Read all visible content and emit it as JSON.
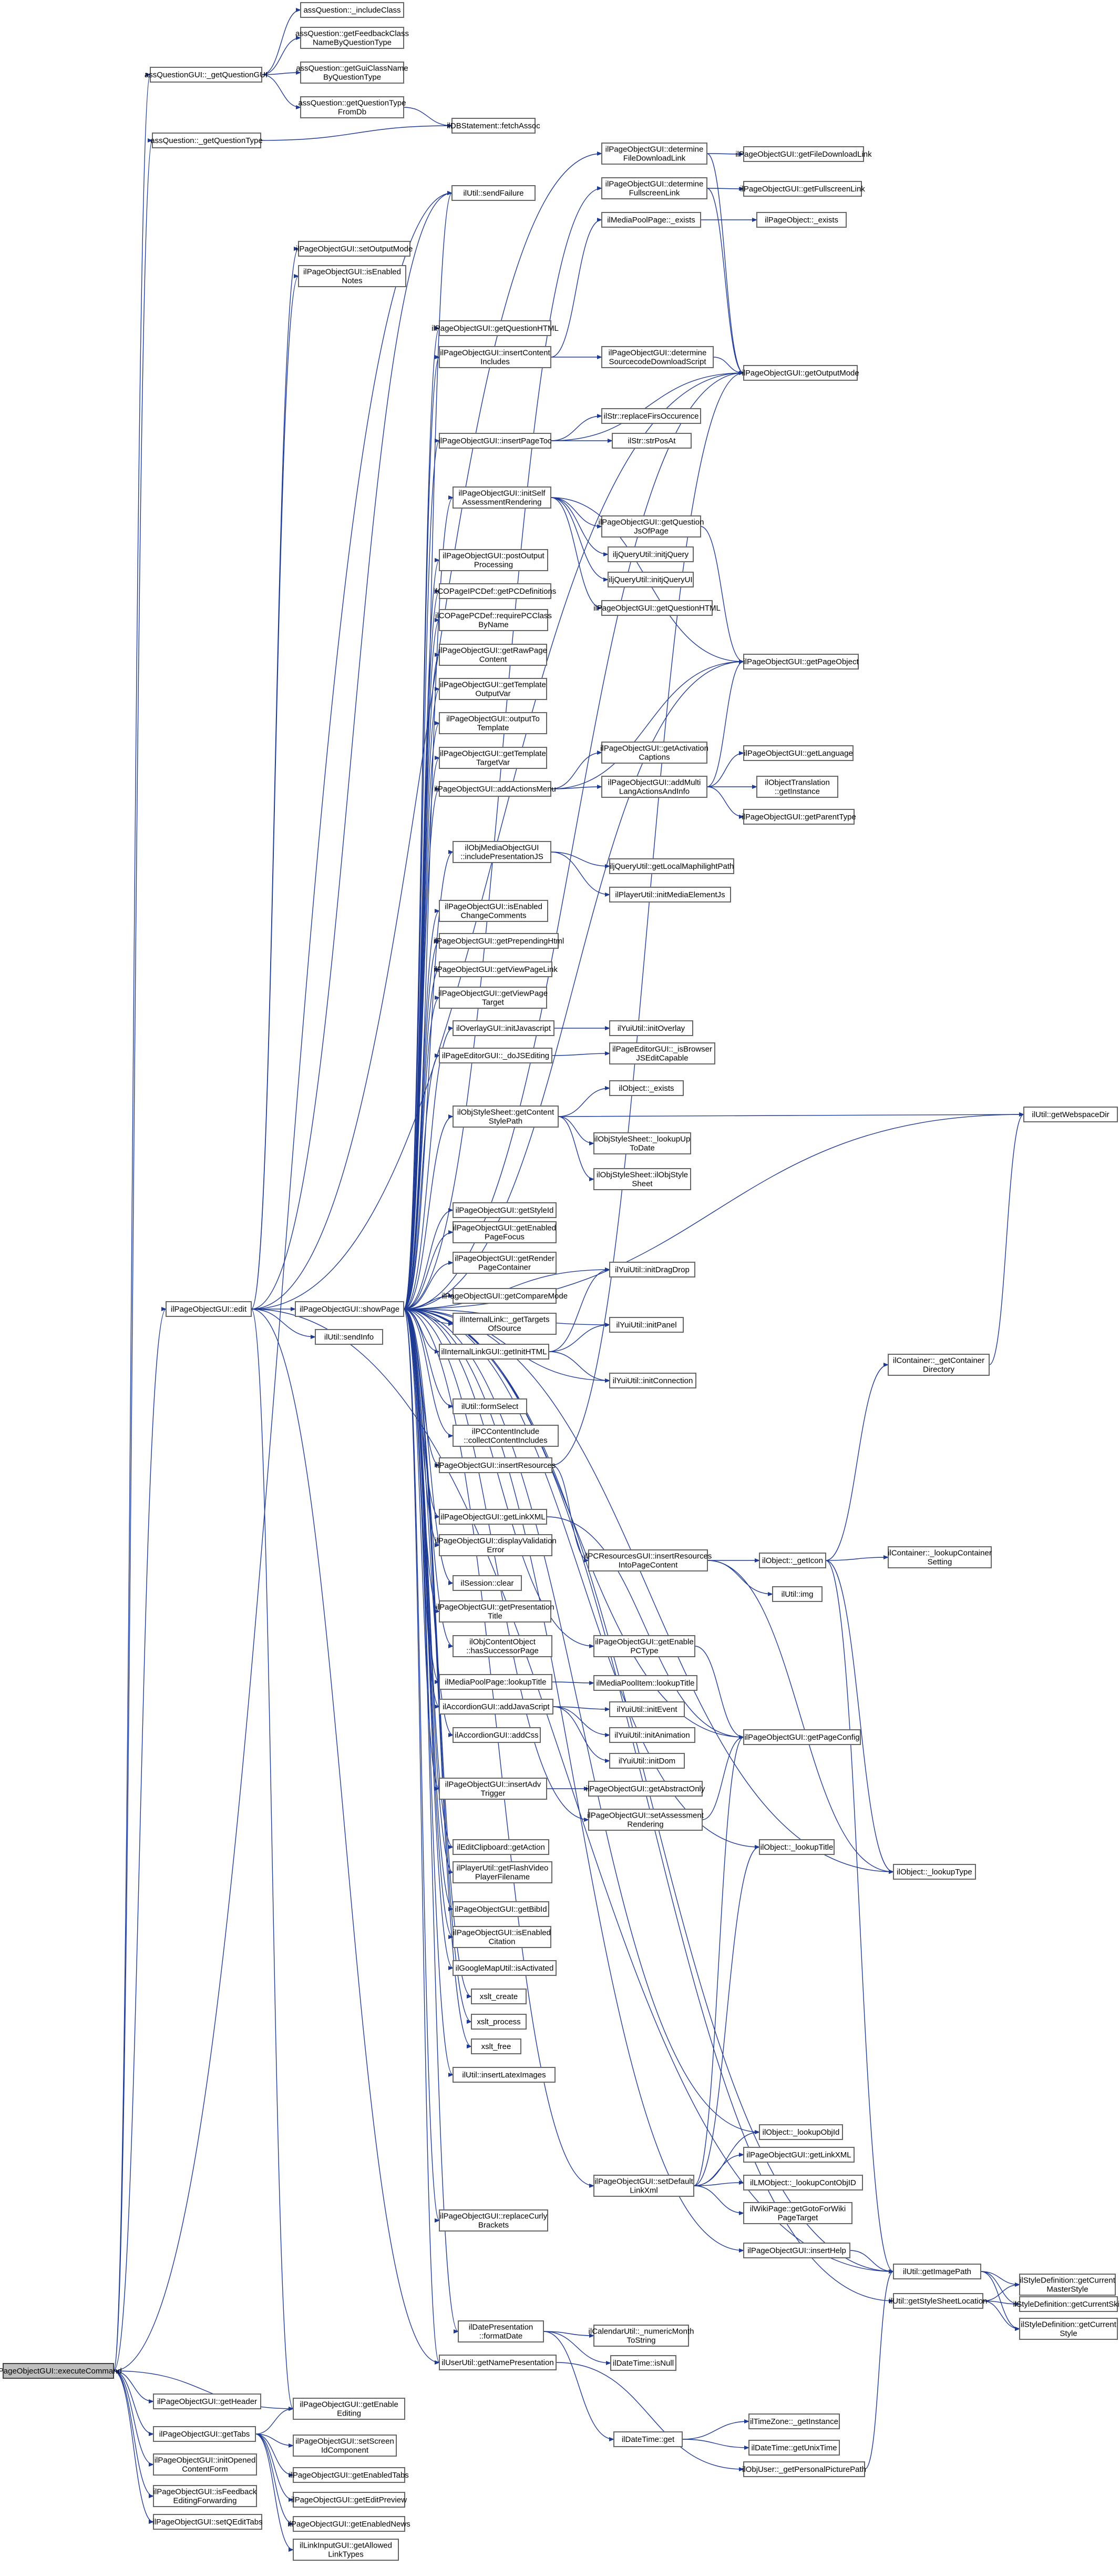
{
  "graph": {
    "title": "",
    "edge_color": "#1f3a93",
    "node_border": "#666666",
    "root_fill": "#bfbfbf",
    "nodes": [
      {
        "id": "root",
        "lines": [
          "ilPageObjectGUI::executeCommand"
        ],
        "root": true
      },
      {
        "id": "n_includeClass",
        "lines": [
          "assQuestion::_includeClass"
        ]
      },
      {
        "id": "n_getQuestionGUI",
        "lines": [
          "assQuestionGUI::_getQuestionGUI"
        ]
      },
      {
        "id": "n_getFeedbackClass",
        "lines": [
          "assQuestion::getFeedbackClass",
          "NameByQuestionType"
        ]
      },
      {
        "id": "n_getGuiClassName",
        "lines": [
          "assQuestion::getGuiClassName",
          "ByQuestionType"
        ]
      },
      {
        "id": "n_getQuestionTypeFromDb",
        "lines": [
          "assQuestion::getQuestionType",
          "FromDb"
        ]
      },
      {
        "id": "n_fetchAssoc",
        "lines": [
          "ilDBStatement::fetchAssoc"
        ]
      },
      {
        "id": "n_getQuestionType",
        "lines": [
          "assQuestion::_getQuestionType"
        ]
      },
      {
        "id": "n_sendFailure",
        "lines": [
          "ilUtil::sendFailure"
        ]
      },
      {
        "id": "n_determineFileDL",
        "lines": [
          "ilPageObjectGUI::determine",
          "FileDownloadLink"
        ]
      },
      {
        "id": "n_getFileDL",
        "lines": [
          "ilPageObjectGUI::getFileDownloadLink"
        ]
      },
      {
        "id": "n_determineFullscreen",
        "lines": [
          "ilPageObjectGUI::determine",
          "FullscreenLink"
        ]
      },
      {
        "id": "n_getFullscreenLink",
        "lines": [
          "ilPageObjectGUI::getFullscreenLink"
        ]
      },
      {
        "id": "n_mpExists",
        "lines": [
          "ilMediaPoolPage::_exists"
        ]
      },
      {
        "id": "n_pageObjExists",
        "lines": [
          "ilPageObject::_exists"
        ]
      },
      {
        "id": "n_setOutputMode",
        "lines": [
          "ilPageObjectGUI::setOutputMode"
        ]
      },
      {
        "id": "n_isEnabledNotes",
        "lines": [
          "ilPageObjectGUI::isEnabled",
          "Notes"
        ]
      },
      {
        "id": "n_getQuestionHTML",
        "lines": [
          "ilPageObjectGUI::getQuestionHTML"
        ]
      },
      {
        "id": "n_insertContentIncludes",
        "lines": [
          "ilPageObjectGUI::insertContent",
          "Includes"
        ]
      },
      {
        "id": "n_determineSourcecode",
        "lines": [
          "ilPageObjectGUI::determine",
          "SourcecodeDownloadScript"
        ]
      },
      {
        "id": "n_getOutputMode",
        "lines": [
          "ilPageObjectGUI::getOutputMode"
        ]
      },
      {
        "id": "n_strReplaceFirst",
        "lines": [
          "ilStr::replaceFirsOccurence"
        ]
      },
      {
        "id": "n_insertPageToc",
        "lines": [
          "ilPageObjectGUI::insertPageToc"
        ]
      },
      {
        "id": "n_strPosAt",
        "lines": [
          "ilStr::strPosAt"
        ]
      },
      {
        "id": "n_initSelfAssessment",
        "lines": [
          "ilPageObjectGUI::initSelf",
          "AssessmentRendering"
        ]
      },
      {
        "id": "n_getQuestionJsOfPage",
        "lines": [
          "ilPageObjectGUI::getQuestion",
          "JsOfPage"
        ]
      },
      {
        "id": "n_initJQuery",
        "lines": [
          "iljQueryUtil::initjQuery"
        ]
      },
      {
        "id": "n_initJQueryUI",
        "lines": [
          "iljQueryUtil::initjQueryUI"
        ]
      },
      {
        "id": "n_getQuestionHTML2",
        "lines": [
          "ilPageObjectGUI::getQuestionHTML"
        ]
      },
      {
        "id": "n_postOutputProcessing",
        "lines": [
          "ilPageObjectGUI::postOutput",
          "Processing"
        ]
      },
      {
        "id": "n_getPCDefinitions",
        "lines": [
          "ilCOPageIPCDef::getPCDefinitions"
        ]
      },
      {
        "id": "n_requirePCClass",
        "lines": [
          "ilCOPagePCDef::requirePCClass",
          "ByName"
        ]
      },
      {
        "id": "n_getRawPageContent",
        "lines": [
          "ilPageObjectGUI::getRawPage",
          "Content"
        ]
      },
      {
        "id": "n_getTemplateOutputVar",
        "lines": [
          "ilPageObjectGUI::getTemplate",
          "OutputVar"
        ]
      },
      {
        "id": "n_getPageObject",
        "lines": [
          "ilPageObjectGUI::getPageObject"
        ]
      },
      {
        "id": "n_outputToTemplate",
        "lines": [
          "ilPageObjectGUI::outputTo",
          "Template"
        ]
      },
      {
        "id": "n_getActivationCaptions",
        "lines": [
          "ilPageObjectGUI::getActivation",
          "Captions"
        ]
      },
      {
        "id": "n_getTemplateTargetVar",
        "lines": [
          "ilPageObjectGUI::getTemplate",
          "TargetVar"
        ]
      },
      {
        "id": "n_getLanguage",
        "lines": [
          "ilPageObjectGUI::getLanguage"
        ]
      },
      {
        "id": "n_addActionsMenu",
        "lines": [
          "ilPageObjectGUI::addActionsMenu"
        ]
      },
      {
        "id": "n_addMultiLang",
        "lines": [
          "ilPageObjectGUI::addMulti",
          "LangActionsAndInfo"
        ]
      },
      {
        "id": "n_translationInstance",
        "lines": [
          "ilObjectTranslation",
          "::getInstance"
        ]
      },
      {
        "id": "n_getParentType",
        "lines": [
          "ilPageObjectGUI::getParentType"
        ]
      },
      {
        "id": "n_includePresentationJS",
        "lines": [
          "ilObjMediaObjectGUI",
          "::includePresentationJS"
        ]
      },
      {
        "id": "n_getLocalMaphilight",
        "lines": [
          "iljQueryUtil::getLocalMaphilightPath"
        ]
      },
      {
        "id": "n_initMediaElementJs",
        "lines": [
          "ilPlayerUtil::initMediaElementJs"
        ]
      },
      {
        "id": "n_isEnabledChangeComments",
        "lines": [
          "ilPageObjectGUI::isEnabled",
          "ChangeComments"
        ]
      },
      {
        "id": "n_getPrependingHtml",
        "lines": [
          "ilPageObjectGUI::getPrependingHtml"
        ]
      },
      {
        "id": "n_getViewPageLink",
        "lines": [
          "ilPageObjectGUI::getViewPageLink"
        ]
      },
      {
        "id": "n_getViewPageTarget",
        "lines": [
          "ilPageObjectGUI::getViewPage",
          "Target"
        ]
      },
      {
        "id": "n_overlayInitJs",
        "lines": [
          "ilOverlayGUI::initJavascript"
        ]
      },
      {
        "id": "n_yuiInitOverlay",
        "lines": [
          "ilYuiUtil::initOverlay"
        ]
      },
      {
        "id": "n_doJSEditing",
        "lines": [
          "ilPageEditorGUI::_doJSEditing"
        ]
      },
      {
        "id": "n_isBrowserJSEdit",
        "lines": [
          "ilPageEditorGUI::_isBrowser",
          "JSEditCapable"
        ]
      },
      {
        "id": "n_getContentStylePath",
        "lines": [
          "ilObjStyleSheet::getContent",
          "StylePath"
        ]
      },
      {
        "id": "n_objectExists",
        "lines": [
          "ilObject::_exists"
        ]
      },
      {
        "id": "n_getWebspaceDir",
        "lines": [
          "ilUtil::getWebspaceDir"
        ]
      },
      {
        "id": "n_lookupUpToDate",
        "lines": [
          "ilObjStyleSheet::_lookupUp",
          "ToDate"
        ]
      },
      {
        "id": "n_ilObjStyleSheet",
        "lines": [
          "ilObjStyleSheet::ilObjStyle",
          "Sheet"
        ]
      },
      {
        "id": "n_getStyleId",
        "lines": [
          "ilPageObjectGUI::getStyleId"
        ]
      },
      {
        "id": "n_getEnabledPageFocus",
        "lines": [
          "ilPageObjectGUI::getEnabled",
          "PageFocus"
        ]
      },
      {
        "id": "n_getRenderPageContainer",
        "lines": [
          "ilPageObjectGUI::getRender",
          "PageContainer"
        ]
      },
      {
        "id": "n_initDragDrop",
        "lines": [
          "ilYuiUtil::initDragDrop"
        ]
      },
      {
        "id": "n_getCompareMode",
        "lines": [
          "ilPageObjectGUI::getCompareMode"
        ]
      },
      {
        "id": "n_edit",
        "lines": [
          "ilPageObjectGUI::edit"
        ]
      },
      {
        "id": "n_showPage",
        "lines": [
          "ilPageObjectGUI::showPage"
        ]
      },
      {
        "id": "n_getTargetsOfSource",
        "lines": [
          "ilInternalLink::_getTargets",
          "OfSource"
        ]
      },
      {
        "id": "n_initPanel",
        "lines": [
          "ilYuiUtil::initPanel"
        ]
      },
      {
        "id": "n_sendInfo",
        "lines": [
          "ilUtil::sendInfo"
        ]
      },
      {
        "id": "n_getInitHTML",
        "lines": [
          "ilInternalLinkGUI::getInitHTML"
        ]
      },
      {
        "id": "n_initConnection",
        "lines": [
          "ilYuiUtil::initConnection"
        ]
      },
      {
        "id": "n_getContainerDir",
        "lines": [
          "ilContainer::_getContainer",
          "Directory"
        ]
      },
      {
        "id": "n_formSelect",
        "lines": [
          "ilUtil::formSelect"
        ]
      },
      {
        "id": "n_collectContentIncludes",
        "lines": [
          "ilPCContentInclude",
          "::collectContentIncludes"
        ]
      },
      {
        "id": "n_insertResources",
        "lines": [
          "ilPageObjectGUI::insertResources"
        ]
      },
      {
        "id": "n_getLinkXML",
        "lines": [
          "ilPageObjectGUI::getLinkXML"
        ]
      },
      {
        "id": "n_displayValidationError",
        "lines": [
          "ilPageObjectGUI::displayValidation",
          "Error"
        ]
      },
      {
        "id": "n_lookupContainerSetting",
        "lines": [
          "ilContainer::_lookupContainer",
          "Setting"
        ]
      },
      {
        "id": "n_sessionClear",
        "lines": [
          "ilSession::clear"
        ]
      },
      {
        "id": "n_insertResourcesIntoPage",
        "lines": [
          "ilPCResourcesGUI::insertResources",
          "IntoPageContent"
        ]
      },
      {
        "id": "n_getIcon",
        "lines": [
          "ilObject::_getIcon"
        ]
      },
      {
        "id": "n_getPresentationTitle",
        "lines": [
          "ilPageObjectGUI::getPresentation",
          "Title"
        ]
      },
      {
        "id": "n_ilImg",
        "lines": [
          "ilUtil::img"
        ]
      },
      {
        "id": "n_hasSuccessorPage",
        "lines": [
          "ilObjContentObject",
          "::hasSuccessorPage"
        ]
      },
      {
        "id": "n_getEnablePCType",
        "lines": [
          "ilPageObjectGUI::getEnable",
          "PCType"
        ]
      },
      {
        "id": "n_mpLookupTitle",
        "lines": [
          "ilMediaPoolPage::lookupTitle"
        ]
      },
      {
        "id": "n_mpItemLookupTitle",
        "lines": [
          "ilMediaPoolItem::lookupTitle"
        ]
      },
      {
        "id": "n_accAddJavaScript",
        "lines": [
          "ilAccordionGUI::addJavaScript"
        ]
      },
      {
        "id": "n_yuiInitEvent",
        "lines": [
          "ilYuiUtil::initEvent"
        ]
      },
      {
        "id": "n_yuiInitAnimation",
        "lines": [
          "ilYuiUtil::initAnimation"
        ]
      },
      {
        "id": "n_accAddCss",
        "lines": [
          "ilAccordionGUI::addCss"
        ]
      },
      {
        "id": "n_yuiInitDom",
        "lines": [
          "ilYuiUtil::initDom"
        ]
      },
      {
        "id": "n_getPageConfig",
        "lines": [
          "ilPageObjectGUI::getPageConfig"
        ]
      },
      {
        "id": "n_insertAdvTrigger",
        "lines": [
          "ilPageObjectGUI::insertAdv",
          "Trigger"
        ]
      },
      {
        "id": "n_getAbstractOnly",
        "lines": [
          "ilPageObjectGUI::getAbstractOnly"
        ]
      },
      {
        "id": "n_setAssessmentRendering",
        "lines": [
          "ilPageObjectGUI::setAssessment",
          "Rendering"
        ]
      },
      {
        "id": "n_lookupTitle",
        "lines": [
          "ilObject::_lookupTitle"
        ]
      },
      {
        "id": "n_lookupType",
        "lines": [
          "ilObject::_lookupType"
        ]
      },
      {
        "id": "n_getAction",
        "lines": [
          "ilEditClipboard::getAction"
        ]
      },
      {
        "id": "n_getFlashVideoPlayer",
        "lines": [
          "ilPlayerUtil::getFlashVideo",
          "PlayerFilename"
        ]
      },
      {
        "id": "n_getBibId",
        "lines": [
          "ilPageObjectGUI::getBibId"
        ]
      },
      {
        "id": "n_isEnabledCitation",
        "lines": [
          "ilPageObjectGUI::isEnabled",
          "Citation"
        ]
      },
      {
        "id": "n_isActivated",
        "lines": [
          "ilGoogleMapUtil::isActivated"
        ]
      },
      {
        "id": "n_xsltCreate",
        "lines": [
          "xslt_create"
        ]
      },
      {
        "id": "n_xsltProcess",
        "lines": [
          "xslt_process"
        ]
      },
      {
        "id": "n_xsltFree",
        "lines": [
          "xslt_free"
        ]
      },
      {
        "id": "n_insertLatexImages",
        "lines": [
          "ilUtil::insertLatexImages"
        ]
      },
      {
        "id": "n_lookupObjId",
        "lines": [
          "ilObject::_lookupObjId"
        ]
      },
      {
        "id": "n_getLinkXML2",
        "lines": [
          "ilPageObjectGUI::getLinkXML"
        ]
      },
      {
        "id": "n_setDefaultLinkXml",
        "lines": [
          "ilPageObjectGUI::setDefault",
          "LinkXml"
        ]
      },
      {
        "id": "n_lookupContObjId",
        "lines": [
          "ilLMObject::_lookupContObjID"
        ]
      },
      {
        "id": "n_gotoForWikiPageTarget",
        "lines": [
          "ilWikiPage::getGotoForWiki",
          "PageTarget"
        ]
      },
      {
        "id": "n_replaceCurlyBrackets",
        "lines": [
          "ilPageObjectGUI::replaceCurly",
          "Brackets"
        ]
      },
      {
        "id": "n_getStyleMasterStyle",
        "lines": [
          "ilStyleDefinition::getCurrent",
          "MasterStyle"
        ]
      },
      {
        "id": "n_insertHelp",
        "lines": [
          "ilPageObjectGUI::insertHelp"
        ]
      },
      {
        "id": "n_getImagePath",
        "lines": [
          "ilUtil::getImagePath"
        ]
      },
      {
        "id": "n_getCurrentSkin",
        "lines": [
          "ilStyleDefinition::getCurrentSkin"
        ]
      },
      {
        "id": "n_getStyleSheetLocation",
        "lines": [
          "ilUtil::getStyleSheetLocation"
        ]
      },
      {
        "id": "n_getCurrentStyle",
        "lines": [
          "ilStyleDefinition::getCurrent",
          "Style"
        ]
      },
      {
        "id": "n_formatDate",
        "lines": [
          "ilDatePresentation",
          "::formatDate"
        ]
      },
      {
        "id": "n_numericMonthToString",
        "lines": [
          "ilCalendarUtil::_numericMonth",
          "ToString"
        ]
      },
      {
        "id": "n_getNamePresentation",
        "lines": [
          "ilUserUtil::getNamePresentation"
        ]
      },
      {
        "id": "n_isNull",
        "lines": [
          "ilDateTime::isNull"
        ]
      },
      {
        "id": "n_getHeader",
        "lines": [
          "ilPageObjectGUI::getHeader"
        ]
      },
      {
        "id": "n_getEnableEditing",
        "lines": [
          "ilPageObjectGUI::getEnable",
          "Editing"
        ]
      },
      {
        "id": "n_getTabs",
        "lines": [
          "ilPageObjectGUI::getTabs"
        ]
      },
      {
        "id": "n_dateGet",
        "lines": [
          "ilDateTime::get"
        ]
      },
      {
        "id": "n_tzGetInstance",
        "lines": [
          "ilTimeZone::_getInstance"
        ]
      },
      {
        "id": "n_getUnixTime",
        "lines": [
          "ilDateTime::getUnixTime"
        ]
      },
      {
        "id": "n_initOpenedContentForm",
        "lines": [
          "ilPageObjectGUI::initOpened",
          "ContentForm"
        ]
      },
      {
        "id": "n_getPersonalPicturePath",
        "lines": [
          "ilObjUser::_getPersonalPicturePath"
        ]
      },
      {
        "id": "n_setScreenIdComponent",
        "lines": [
          "ilPageObjectGUI::setScreen",
          "IdComponent"
        ]
      },
      {
        "id": "n_isFeedbackEditing",
        "lines": [
          "ilPageObjectGUI::isFeedback",
          "EditingForwarding"
        ]
      },
      {
        "id": "n_getEnabledTabs",
        "lines": [
          "ilPageObjectGUI::getEnabledTabs"
        ]
      },
      {
        "id": "n_getEditPreview",
        "lines": [
          "ilPageObjectGUI::getEditPreview"
        ]
      },
      {
        "id": "n_getEnabledNews",
        "lines": [
          "ilPageObjectGUI::getEnabledNews"
        ]
      },
      {
        "id": "n_setQEditTabs",
        "lines": [
          "ilPageObjectGUI::setQEditTabs"
        ]
      },
      {
        "id": "n_getAllowedLinkTypes",
        "lines": [
          "ilLinkInputGUI::getAllowed",
          "LinkTypes"
        ]
      }
    ]
  }
}
